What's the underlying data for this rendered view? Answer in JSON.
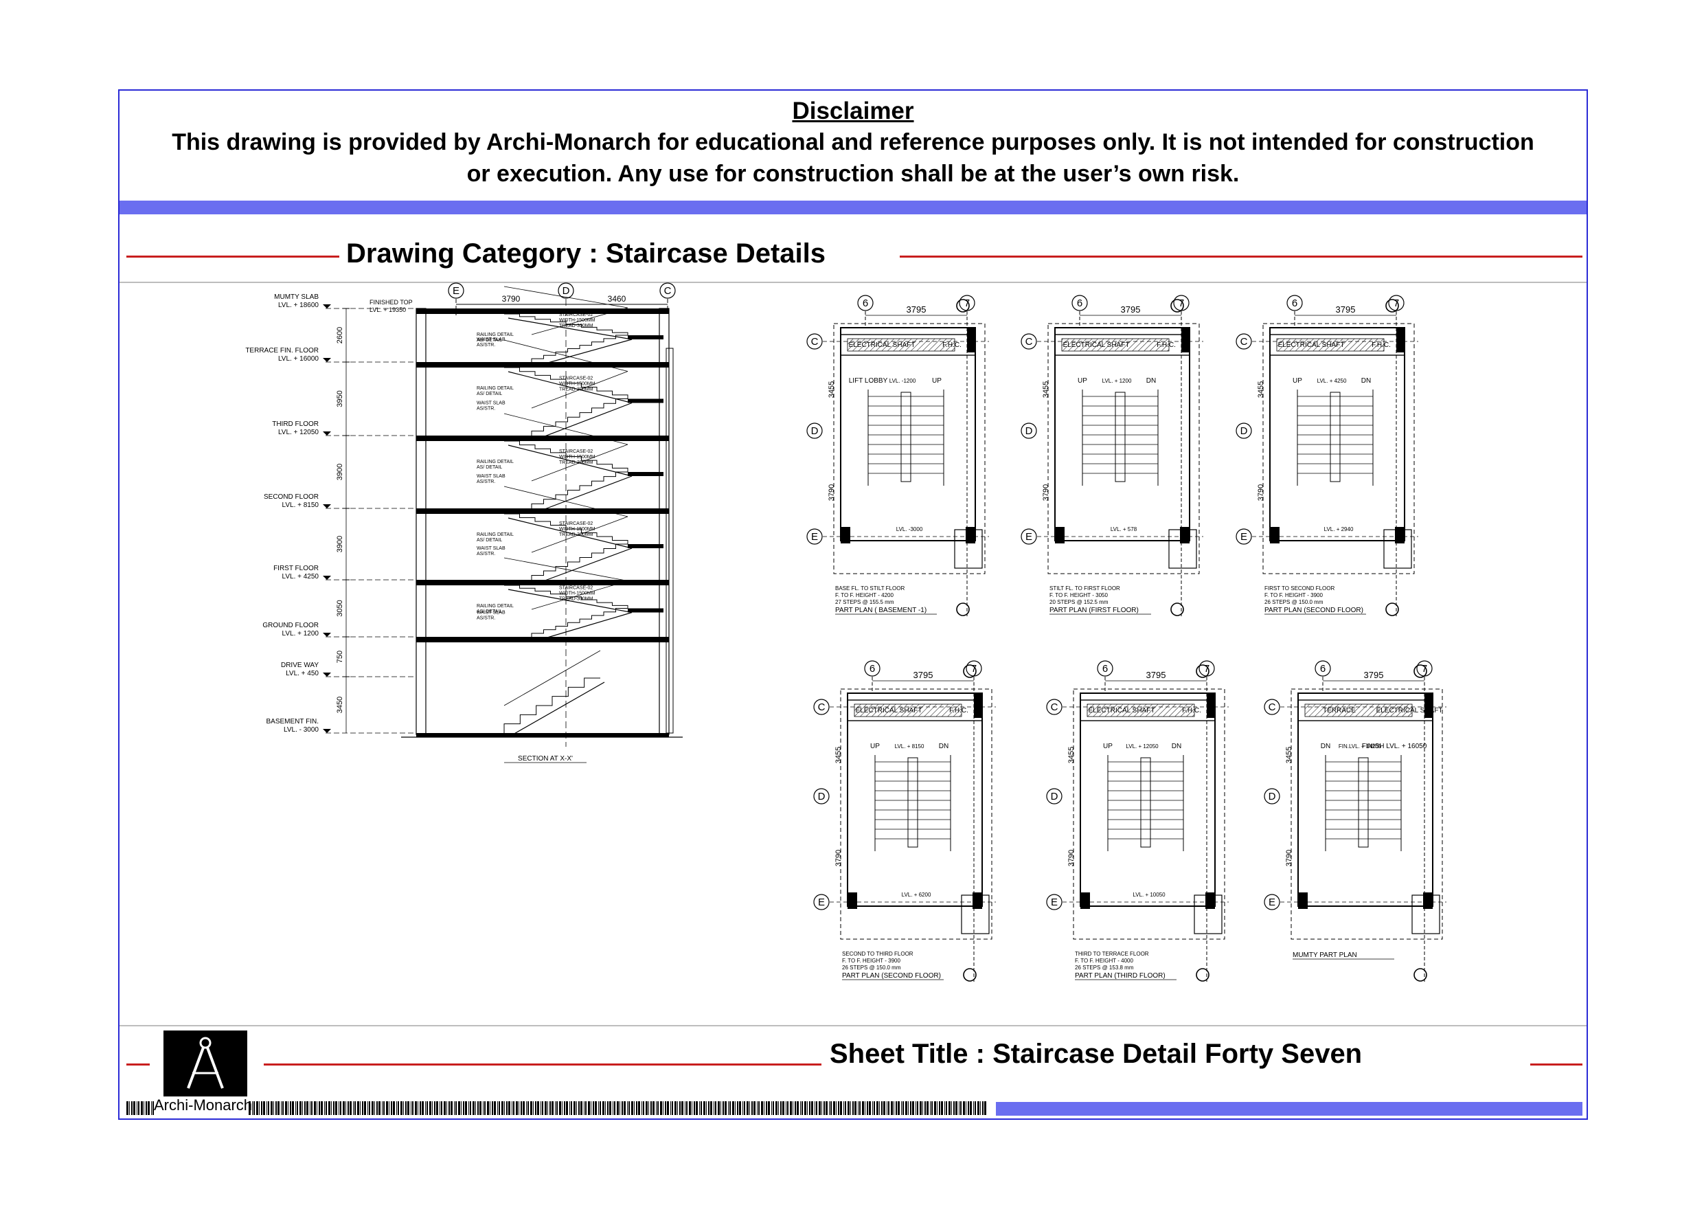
{
  "disclaimer": {
    "title": "Disclaimer",
    "text": "This drawing is provided by Archi-Monarch for educational and reference purposes only. It is not intended for construction or execution. Any use for construction shall be at the user’s own risk."
  },
  "category": {
    "label": "Drawing Category : Staircase Details"
  },
  "sheet": {
    "label": "Sheet Title : Staircase Detail Forty Seven"
  },
  "brand": {
    "name": "Archi-Monarch"
  },
  "colors": {
    "frame": "#2b2bd6",
    "accent_bar": "#6a6ef0",
    "rule": "#c81e1e"
  },
  "section": {
    "title": "SECTION AT X-X'",
    "grid": [
      "E",
      "D",
      "C"
    ],
    "top_dims": [
      "3790",
      "3460"
    ],
    "finished_top": [
      "FINISHED TOP",
      "LVL. + 19350"
    ],
    "levels": [
      {
        "name": "MUMTY SLAB",
        "lvl": "LVL. + 18600"
      },
      {
        "name": "TERRACE FIN. FLOOR",
        "lvl": "LVL. + 16000"
      },
      {
        "name": "THIRD FLOOR",
        "lvl": "LVL. + 12050"
      },
      {
        "name": "SECOND FLOOR",
        "lvl": "LVL. + 8150"
      },
      {
        "name": "FIRST FLOOR",
        "lvl": "LVL. + 4250"
      },
      {
        "name": "GROUND FLOOR",
        "lvl": "LVL. + 1200"
      },
      {
        "name": "DRIVE WAY",
        "lvl": "LVL. + 450"
      },
      {
        "name": "BASEMENT FIN.",
        "lvl": "LVL. - 3000"
      }
    ],
    "heights": [
      "2600",
      "3950",
      "3900",
      "3900",
      "3050",
      "750",
      "3450"
    ],
    "notes": [
      "STAIRCASE-02",
      "WIDTH-1500MM",
      "TREAD-300MM",
      "RAILING DETAIL",
      "AS/ DETAIL",
      "WAIST SLAB",
      "AS/STR."
    ]
  },
  "plans": [
    {
      "grid_top": [
        "6",
        "7"
      ],
      "grid_side": [
        "C",
        "D",
        "E"
      ],
      "width": "3795",
      "sides": [
        "3455",
        "3790"
      ],
      "labels": [
        "ELECTRICAL SHAFT",
        "F.H.C.",
        "LIFT LOBBY",
        "UP",
        "LVL. -1200",
        "LVL. -3000"
      ],
      "notes": [
        "BASE FL. TO STILT FLOOR",
        "F. TO F. HEIGHT - 4200",
        "27 STEPS @ 155.5 mm"
      ],
      "caption": "PART PLAN ( BASEMENT -1)"
    },
    {
      "grid_top": [
        "6",
        "7"
      ],
      "grid_side": [
        "C",
        "D",
        "E"
      ],
      "width": "3795",
      "sides": [
        "3455",
        "3790"
      ],
      "labels": [
        "ELECTRICAL SHAFT",
        "F.H.C.",
        "UP",
        "DN",
        "LVL. + 1200",
        "LVL. + 578"
      ],
      "notes": [
        "STILT FL. TO FIRST FLOOR",
        "F. TO F. HEIGHT - 3050",
        "20 STEPS @ 152.5 mm"
      ],
      "caption": "PART PLAN (FIRST FLOOR)"
    },
    {
      "grid_top": [
        "6",
        "7"
      ],
      "grid_side": [
        "C",
        "D",
        "E"
      ],
      "width": "3795",
      "sides": [
        "3455",
        "3790"
      ],
      "labels": [
        "ELECTRICAL SHAFT",
        "F.H.C.",
        "UP",
        "DN",
        "LVL. + 4250",
        "LVL. + 2940"
      ],
      "notes": [
        "FIRST TO SECOND FLOOR",
        "F. TO F. HEIGHT - 3900",
        "26 STEPS @ 150.0 mm"
      ],
      "caption": "PART PLAN (SECOND FLOOR)"
    },
    {
      "grid_top": [
        "6",
        "7"
      ],
      "grid_side": [
        "C",
        "D",
        "E"
      ],
      "width": "3795",
      "sides": [
        "3455",
        "3790"
      ],
      "labels": [
        "ELECTRICAL SHAFT",
        "F.H.C.",
        "UP",
        "DN",
        "LVL. + 8150",
        "LVL. + 6200"
      ],
      "notes": [
        "SECOND TO THIRD FLOOR",
        "F. TO F. HEIGHT - 3900",
        "26 STEPS @ 150.0 mm"
      ],
      "caption": "PART PLAN (SECOND FLOOR)"
    },
    {
      "grid_top": [
        "6",
        "7"
      ],
      "grid_side": [
        "C",
        "D",
        "E"
      ],
      "width": "3795",
      "sides": [
        "3455",
        "3790"
      ],
      "labels": [
        "ELECTRICAL SHAFT",
        "F.H.C.",
        "UP",
        "DN",
        "LVL. + 12050",
        "LVL. + 10050"
      ],
      "notes": [
        "THIRD TO TERRACE FLOOR",
        "F. TO F. HEIGHT - 4000",
        "26 STEPS @ 153.8 mm"
      ],
      "caption": "PART PLAN (THIRD FLOOR)"
    },
    {
      "grid_top": [
        "6",
        "7"
      ],
      "grid_side": [
        "C",
        "D",
        "E"
      ],
      "width": "3795",
      "sides": [
        "3455",
        "3790"
      ],
      "labels": [
        "TERRACE",
        "ELECTRICAL SHAFT",
        "DN",
        "FINISH LVL. + 16050",
        "FIN.LVL. + 14205"
      ],
      "notes": [],
      "caption": "MUMTY PART PLAN"
    }
  ]
}
